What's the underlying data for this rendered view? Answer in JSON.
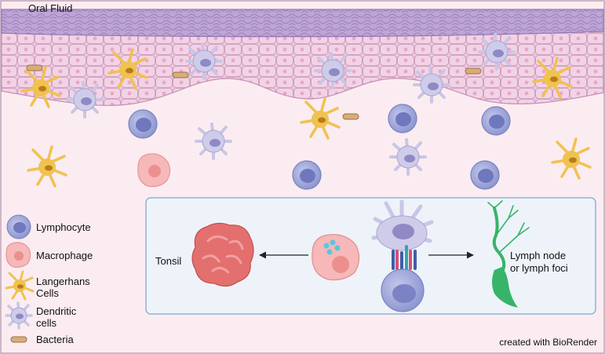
{
  "title": "Oral Fluid",
  "legend": [
    {
      "icon": "lymphocyte-icon",
      "label": "Lymphocyte"
    },
    {
      "icon": "macrophage-icon",
      "label": "Macrophage"
    },
    {
      "icon": "langerhans-cell-icon",
      "label": "Langerhans\nCells"
    },
    {
      "icon": "dendritic-cell-icon",
      "label": "Dendritic\ncells"
    },
    {
      "icon": "bacteria-icon",
      "label": "Bacteria"
    }
  ],
  "panel": {
    "left_label": "Tonsil",
    "right_label": "Lymph node\nor lymph foci"
  },
  "credit": "created with BioRender",
  "colors": {
    "epithelium": "#e6c2da",
    "surface_layer": "#b79fd0",
    "lamina_propria": "#fbecf1",
    "lymphocyte": "#9aa3d6",
    "macrophage": "#f2a7a7",
    "langerhans": "#f0c24e",
    "dendritic": "#c9c6e6",
    "bacteria": "#d2a56f",
    "panel_bg": "#eef3f9",
    "panel_border": "#8fb3d6",
    "tonsil": "#e46f6f",
    "lymph_node": "#37b46a"
  }
}
